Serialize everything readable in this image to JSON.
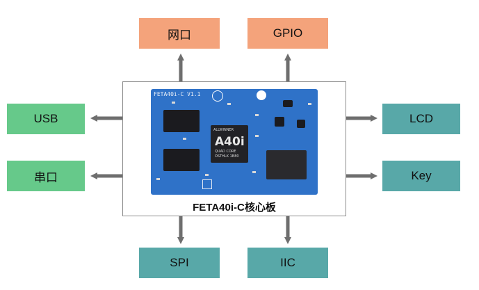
{
  "top_modules": [
    "网口",
    "GPIO"
  ],
  "left_modules": [
    "USB",
    "串口"
  ],
  "right_modules": [
    "LCD",
    "Key"
  ],
  "bottom_modules": [
    "SPI",
    "IIC"
  ],
  "center": {
    "caption": "FETA40i-C核心板",
    "board_silk": "FETA40i-C V1.1",
    "chip_brand": "ALLWINNER",
    "chip_model": "A40i",
    "chip_sub": "QUAD CORE",
    "chip_code": "OSTHLK 1B80"
  },
  "colors": {
    "top": "#f4a37b",
    "left": "#66c98a",
    "right_bottom": "#58a8a8",
    "arrow": "#6e6e6e",
    "board": "#2f72c8"
  }
}
